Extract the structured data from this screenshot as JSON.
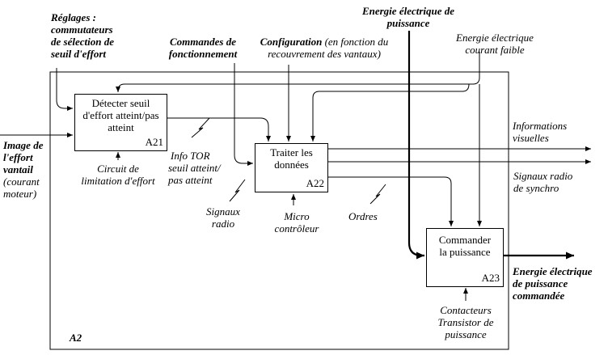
{
  "diagram": {
    "node_id": "A2",
    "activities": [
      {
        "code": "A21",
        "name_lines": [
          "Détecter seuil",
          "d'effort atteint/pas",
          "atteint"
        ]
      },
      {
        "code": "A22",
        "name_lines": [
          "Traiter les",
          "données"
        ]
      },
      {
        "code": "A23",
        "name_lines": [
          "Commander",
          "la puissance"
        ]
      }
    ],
    "inputs": {
      "effort_image": {
        "bold": [
          "Image de",
          "l'effort",
          "vantail"
        ],
        "italic": [
          "(courant",
          "moteur)"
        ]
      }
    },
    "controls": {
      "reglages": {
        "lines": [
          "Réglages :",
          "commutateurs",
          "de sélection de",
          "seuil d'effort"
        ]
      },
      "commandes": {
        "lines": [
          "Commandes de",
          "fonctionnement"
        ]
      },
      "configuration": {
        "bold": "Configuration",
        "italic_1": " (en fonction du",
        "italic_2": "recouvrement des vantaux)"
      },
      "energie_puissance": {
        "lines": [
          "Energie électrique de",
          "puissance"
        ]
      },
      "energie_faible": {
        "lines": [
          "Energie électrique",
          "courant faible"
        ]
      }
    },
    "internal": {
      "info_tor": {
        "lines": [
          "Info TOR",
          "seuil atteint/",
          "pas atteint"
        ]
      },
      "ordres": {
        "lines": [
          "Ordres"
        ]
      }
    },
    "outputs": {
      "informations": {
        "lines": [
          "Informations",
          "visuelles"
        ]
      },
      "signaux_synchro": {
        "lines": [
          "Signaux radio",
          "de synchro"
        ]
      },
      "energie_commandee": {
        "lines": [
          "Energie électrique",
          "de puissance",
          "commandée"
        ]
      }
    },
    "mechanisms": {
      "circuit": {
        "lines": [
          "Circuit de",
          "limitation d'effort"
        ]
      },
      "signaux_radio": {
        "lines": [
          "Signaux",
          "radio"
        ]
      },
      "micro": {
        "lines": [
          "Micro",
          "contrôleur"
        ]
      },
      "contacteurs": {
        "lines": [
          "Contacteurs",
          "Transistor de",
          "puissance"
        ]
      }
    }
  }
}
